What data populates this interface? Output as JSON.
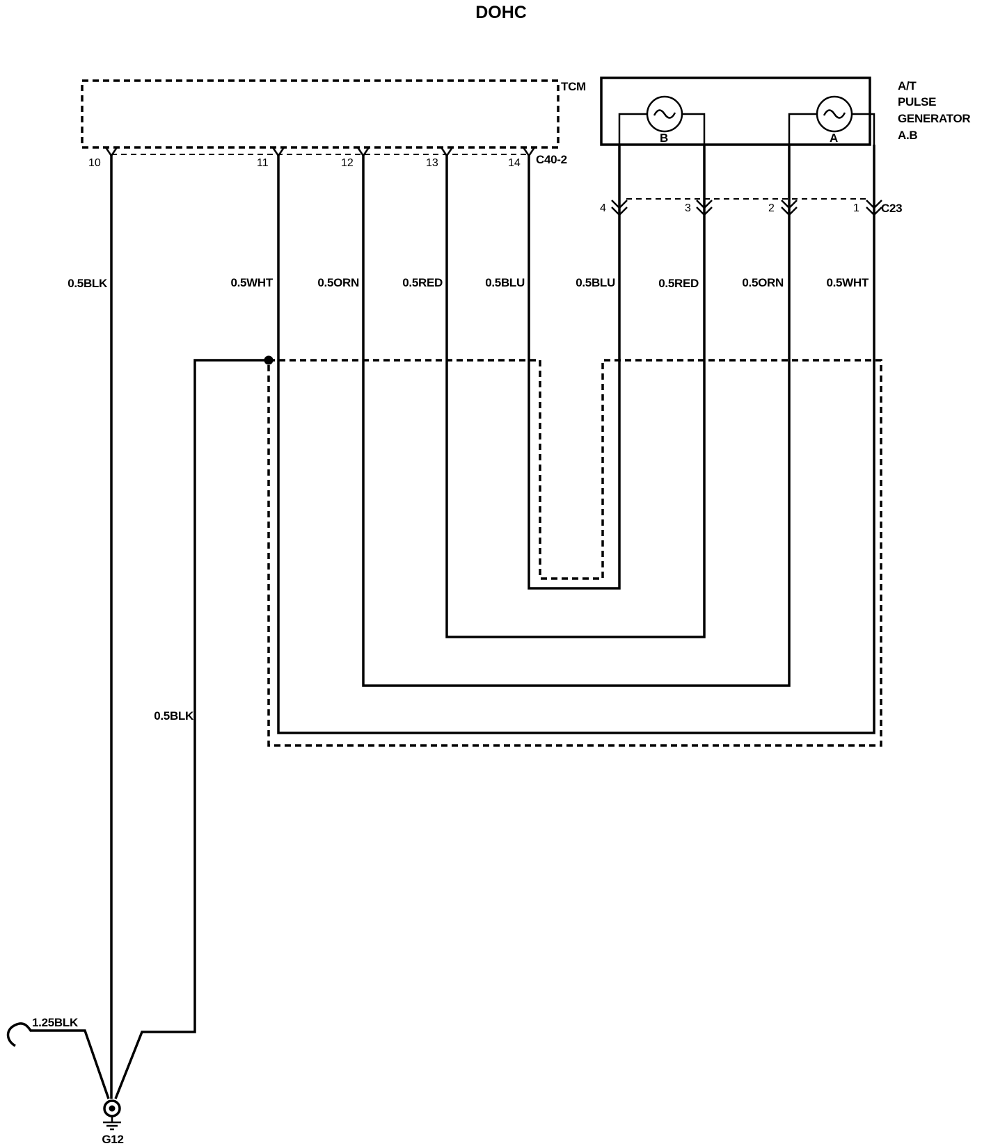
{
  "title": "DOHC",
  "tcm": {
    "label": "TCM",
    "connector": "C40-2",
    "pins": [
      "10",
      "11",
      "12",
      "13",
      "14"
    ]
  },
  "pulse_generator": {
    "label_lines": [
      "A/T",
      "PULSE",
      "GENERATOR",
      "A.B"
    ],
    "sensor_b": "B",
    "sensor_a": "A",
    "connector": "C23",
    "pins": [
      "4",
      "3",
      "2",
      "1"
    ]
  },
  "wires": {
    "w10": "0.5BLK",
    "w11": "0.5WHT",
    "w12": "0.5ORN",
    "w13": "0.5RED",
    "w14": "0.5BLU",
    "c4": "0.5BLU",
    "c3": "0.5RED",
    "c2": "0.5ORN",
    "c1": "0.5WHT",
    "shield": "0.5BLK",
    "ext": "1.25BLK"
  },
  "ground": {
    "label": "G12"
  }
}
